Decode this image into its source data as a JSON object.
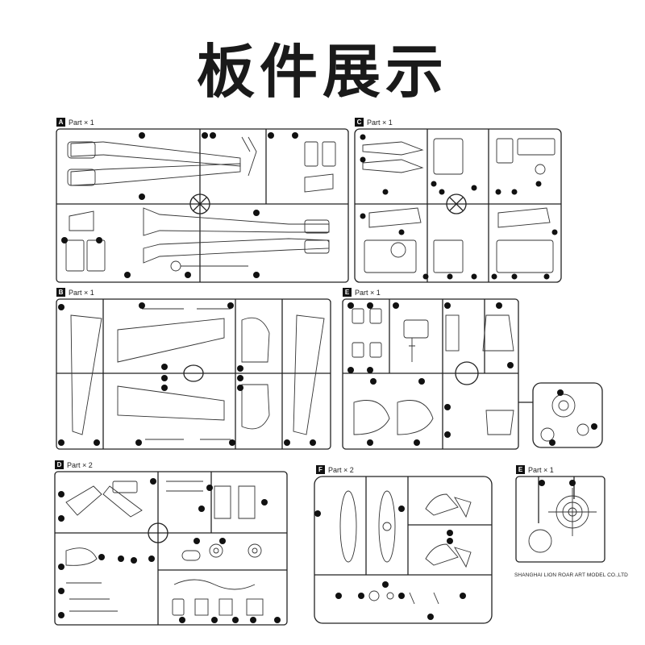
{
  "page_title": "板件展示",
  "sprues": {
    "A": {
      "letter": "A",
      "count_label": "Part × 1"
    },
    "C": {
      "letter": "C",
      "count_label": "Part × 1"
    },
    "B": {
      "letter": "B",
      "count_label": "Part × 1"
    },
    "E1": {
      "letter": "E",
      "count_label": "Part × 1"
    },
    "D": {
      "letter": "D",
      "count_label": "Part × 2"
    },
    "F": {
      "letter": "F",
      "count_label": "Part × 2"
    },
    "E2": {
      "letter": "E",
      "count_label": "Part × 1"
    }
  },
  "manufacturer_note": "SHANGHAI LION ROAR ART MODEL CO.,LTD",
  "colors": {
    "ink": "#111111",
    "paper": "#ffffff"
  }
}
